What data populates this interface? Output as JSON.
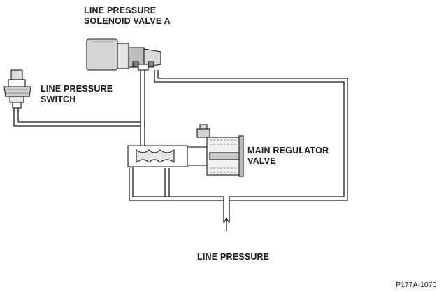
{
  "labels": {
    "solenoid_line1": "LINE PRESSURE",
    "solenoid_line2": "SOLENOID VALVE A",
    "switch_line1": "LINE PRESSURE",
    "switch_line2": "SWITCH",
    "regulator_line1": "MAIN REGULATOR",
    "regulator_line2": "VALVE",
    "line_pressure": "LINE PRESSURE"
  },
  "figure_code": "P177A-1070",
  "colors": {
    "line": "#1a1a1a",
    "component_fill": "#e2e2e2",
    "component_dark": "#8a8a8a",
    "background": "#ffffff"
  }
}
